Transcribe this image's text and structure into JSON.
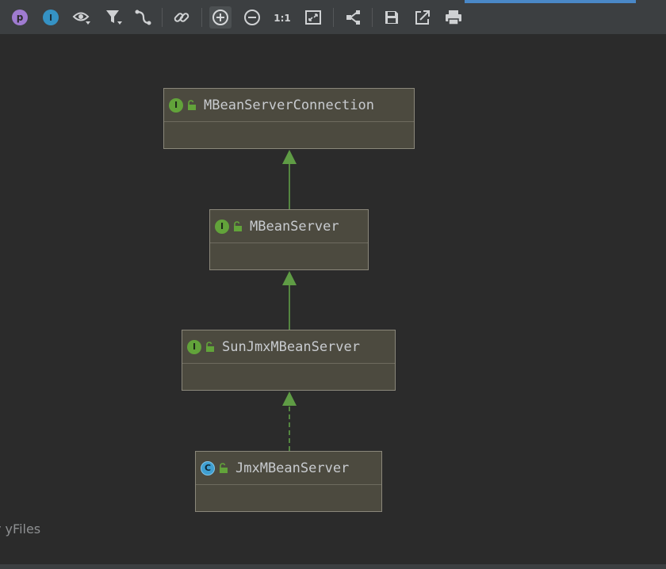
{
  "toolbar": {
    "buttons": [
      {
        "icon": "p-badge-icon",
        "label": "p"
      },
      {
        "icon": "i-badge-icon",
        "label": "I"
      },
      {
        "icon": "eye-icon"
      },
      {
        "icon": "filter-icon"
      },
      {
        "icon": "route-edges-icon"
      },
      {
        "icon": "link-icon"
      },
      {
        "icon": "zoom-in-icon"
      },
      {
        "icon": "zoom-out-icon"
      },
      {
        "icon": "actual-size-icon",
        "label": "1:1"
      },
      {
        "icon": "fit-content-icon"
      },
      {
        "icon": "layout-icon"
      },
      {
        "icon": "save-icon"
      },
      {
        "icon": "export-icon"
      },
      {
        "icon": "print-icon"
      }
    ]
  },
  "diagram": {
    "nodes": [
      {
        "name": "MBeanServerConnection",
        "kind": "interface",
        "kind_letter": "I"
      },
      {
        "name": "MBeanServer",
        "kind": "interface",
        "kind_letter": "I"
      },
      {
        "name": "SunJmxMBeanServer",
        "kind": "interface",
        "kind_letter": "I"
      },
      {
        "name": "JmxMBeanServer",
        "kind": "class",
        "kind_letter": "C"
      }
    ],
    "edges": [
      {
        "from": "MBeanServer",
        "to": "MBeanServerConnection",
        "style": "extends"
      },
      {
        "from": "SunJmxMBeanServer",
        "to": "MBeanServer",
        "style": "extends"
      },
      {
        "from": "JmxMBeanServer",
        "to": "SunJmxMBeanServer",
        "style": "implements"
      }
    ]
  },
  "watermark": "y yFiles",
  "colors": {
    "background": "#2b2b2b",
    "toolbar": "#3c3f41",
    "node_fill": "#4c4a3f",
    "node_border": "#8a877a",
    "edge": "#5f9c45",
    "interface_badge": "#62a33a",
    "class_badge": "#3f9fd1",
    "tab_accent": "#4a88c7"
  }
}
